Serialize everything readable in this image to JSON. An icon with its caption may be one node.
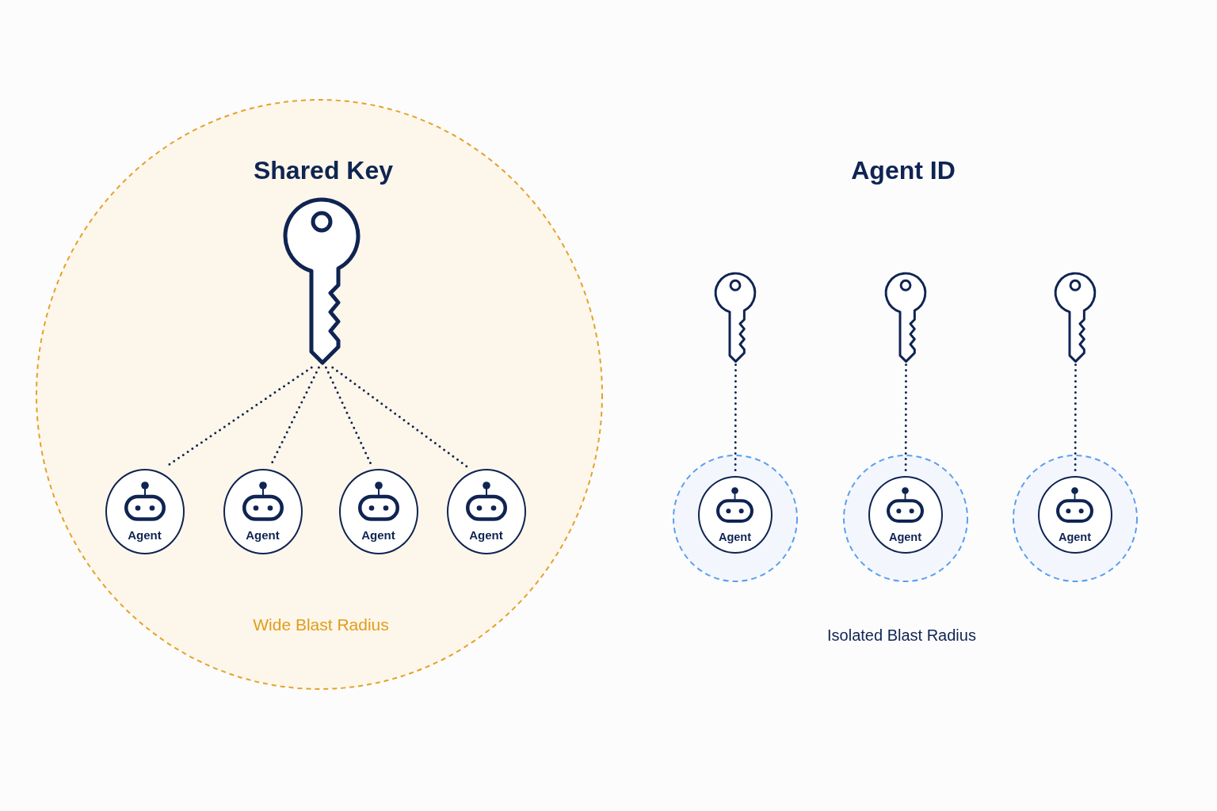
{
  "diagram": {
    "nodes": [
      {
        "text": [
          "Shared Key",
          "Wide Blast Radius"
        ]
      },
      {
        "text": [],
        "shape": "picture",
        "in": 0
      },
      {
        "text": [
          "Agent"
        ],
        "in": 0
      },
      {
        "text": [
          "Agent"
        ],
        "in": 0
      },
      {
        "text": [
          "Agent"
        ],
        "in": 0
      },
      {
        "text": [
          "Agent"
        ],
        "in": 0
      },
      {
        "text": [],
        "shape": "picture"
      },
      {
        "text": [],
        "shape": "picture"
      },
      {
        "text": [],
        "shape": "picture"
      },
      {
        "text": [],
        "shape": "circle"
      },
      {
        "text": [
          "Agent"
        ],
        "in": 9
      },
      {
        "text": [],
        "shape": "circle"
      },
      {
        "text": [
          "Agent"
        ],
        "in": 11
      },
      {
        "text": [],
        "shape": "circle"
      },
      {
        "text": [
          "Agent"
        ],
        "in": 13
      }
    ],
    "edges": [
      {
        "from": 1,
        "to": 2,
        "arrow": "none",
        "style": "dashed"
      },
      {
        "from": 1,
        "to": 3,
        "arrow": "none",
        "style": "dashed"
      },
      {
        "from": 1,
        "to": 4,
        "arrow": "none",
        "style": "dashed"
      },
      {
        "from": 1,
        "to": 5,
        "arrow": "none",
        "style": "dashed"
      },
      {
        "from": 6,
        "to": 10,
        "arrow": "none",
        "style": "dashed"
      },
      {
        "from": 7,
        "to": 12,
        "arrow": "none",
        "style": "dashed"
      },
      {
        "from": 8,
        "to": 14,
        "arrow": "none",
        "style": "dashed"
      }
    ],
    "labels": [
      "Agent ID",
      "Isolated Blast Radius"
    ]
  }
}
